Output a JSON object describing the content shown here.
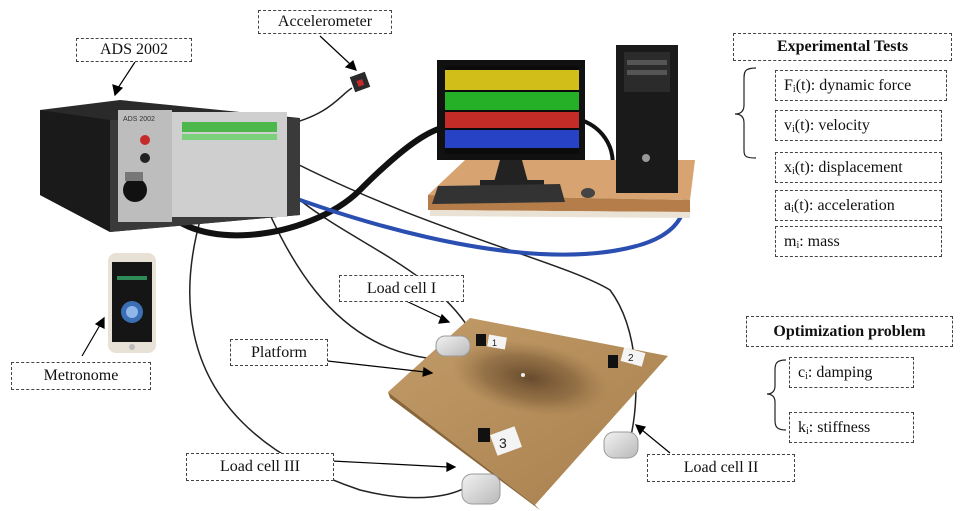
{
  "labels": {
    "ads": "ADS 2002",
    "accelerometer": "Accelerometer",
    "metronome": "Metronome",
    "platform": "Platform",
    "load_cell_1": "Load cell I",
    "load_cell_2": "Load cell II",
    "load_cell_3": "Load cell III"
  },
  "experimental": {
    "title": "Experimental Tests",
    "items": [
      {
        "sym": "F",
        "sub": "i",
        "rest": "(t): dynamic force"
      },
      {
        "sym": "v",
        "sub": "i",
        "rest": "(t): velocity"
      },
      {
        "sym": "x",
        "sub": "i",
        "rest": "(t): displacement"
      },
      {
        "sym": "a",
        "sub": "i",
        "rest": "(t): acceleration"
      },
      {
        "sym": "m",
        "sub": "i",
        "rest": ": mass"
      }
    ]
  },
  "optimization": {
    "title": "Optimization problem",
    "items": [
      {
        "sym": "c",
        "sub": "i",
        "rest": ": damping"
      },
      {
        "sym": "k",
        "sub": "i",
        "rest": ": stiffness"
      }
    ]
  },
  "device_text": {
    "ads_panel": "ADS 2002",
    "cell_1": "1",
    "cell_2": "2",
    "cell_3": "3"
  },
  "colors": {
    "trace_yellow": "#e8d21a",
    "trace_green": "#28c22a",
    "trace_red": "#d8302a",
    "trace_blue": "#2a48d8",
    "cable_blue": "#2a4fb0",
    "board": "#b08a58"
  }
}
